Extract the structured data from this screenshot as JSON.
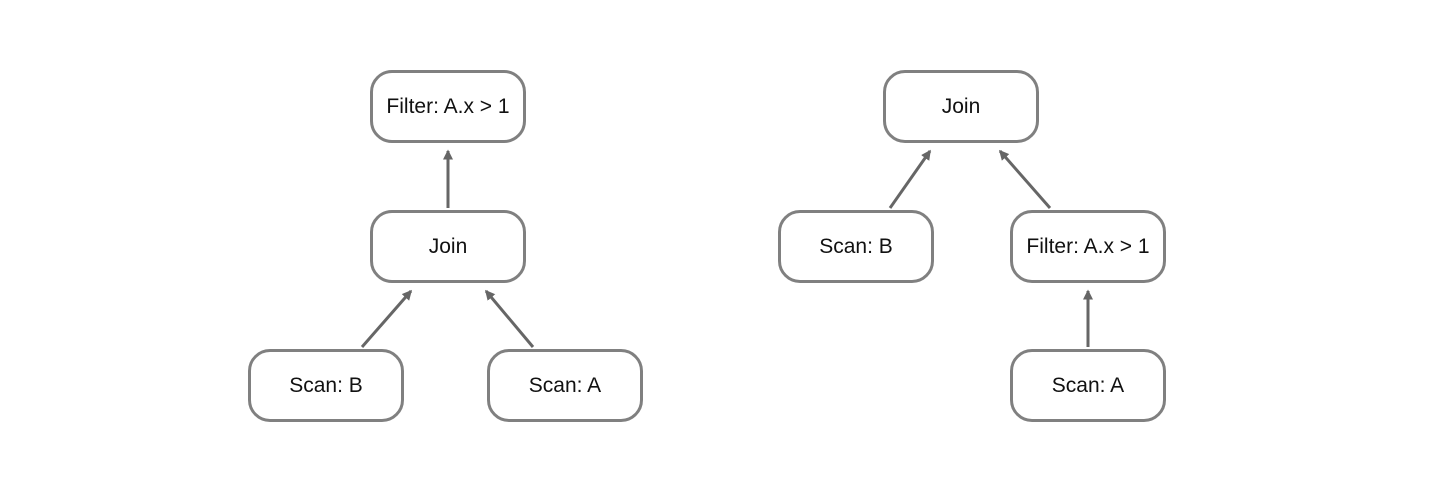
{
  "style": {
    "node_border_color": "#808080",
    "edge_color": "#666666",
    "text_color": "#111111",
    "background": "#ffffff"
  },
  "left_tree": {
    "filter_label": "Filter: A.x > 1",
    "join_label": "Join",
    "scan_b_label": "Scan: B",
    "scan_a_label": "Scan: A"
  },
  "right_tree": {
    "join_label": "Join",
    "scan_b_label": "Scan: B",
    "filter_label": "Filter: A.x > 1",
    "scan_a_label": "Scan: A"
  }
}
